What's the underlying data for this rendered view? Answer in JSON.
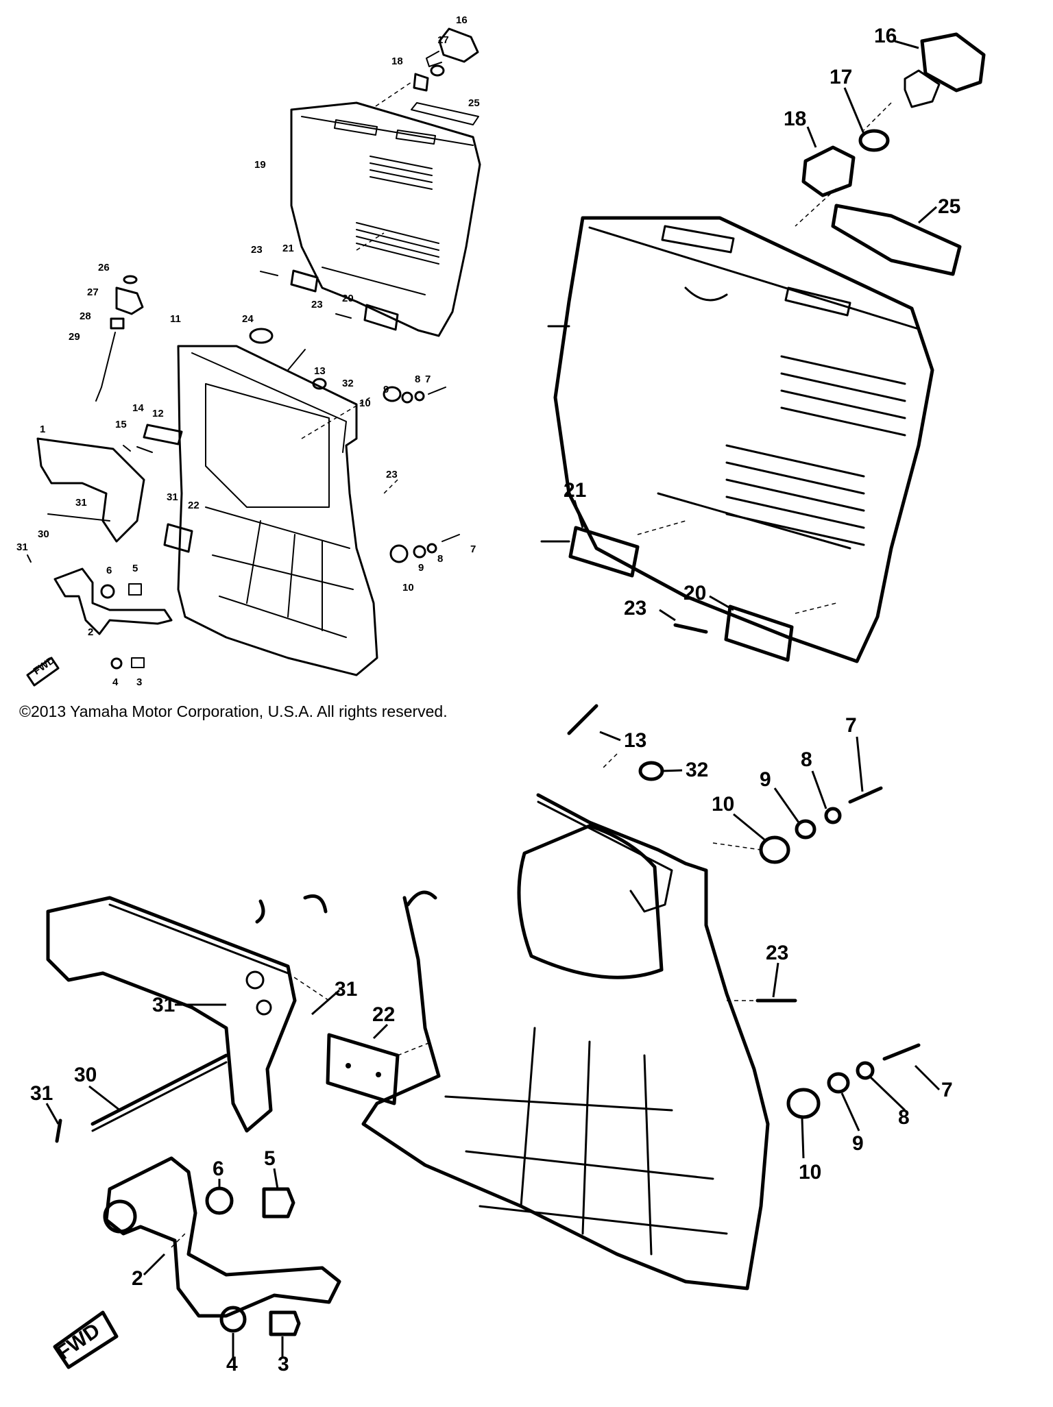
{
  "copyright": "©2013 Yamaha Motor Corporation, U.S.A. All rights reserved.",
  "fwd_label": "FWD",
  "overview_callouts": [
    "1",
    "2",
    "3",
    "4",
    "5",
    "6",
    "7",
    "8",
    "9",
    "10",
    "11",
    "12",
    "13",
    "14",
    "15",
    "16",
    "17",
    "18",
    "19",
    "20",
    "21",
    "22",
    "23",
    "23",
    "23",
    "24",
    "25",
    "26",
    "27",
    "28",
    "29",
    "30",
    "31",
    "31",
    "31",
    "32",
    "8",
    "9",
    "10",
    "7"
  ],
  "detail_top_callouts": [
    "16",
    "17",
    "18",
    "25",
    "21",
    "20",
    "23"
  ],
  "detail_right_callouts": [
    "13",
    "32",
    "7",
    "8",
    "9",
    "10",
    "23",
    "7",
    "8",
    "9",
    "10"
  ],
  "detail_bottom_callouts": [
    "31",
    "31",
    "31",
    "30",
    "22",
    "2",
    "6",
    "5",
    "4",
    "3"
  ]
}
